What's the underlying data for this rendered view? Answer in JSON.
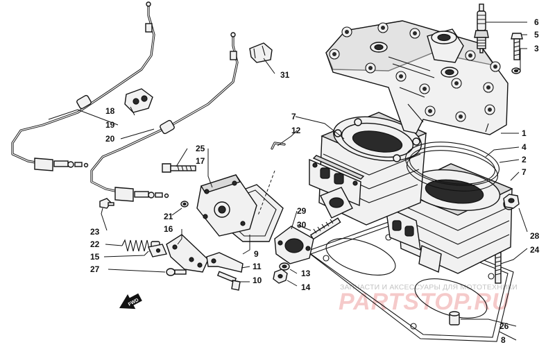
{
  "callouts": {
    "c1": "1",
    "c2": "2",
    "c3": "3",
    "c4": "4",
    "c5": "5",
    "c6": "6",
    "c7a": "7",
    "c7b": "7",
    "c8": "8",
    "c9": "9",
    "c10": "10",
    "c11": "11",
    "c12": "12",
    "c13": "13",
    "c14": "14",
    "c15": "15",
    "c16": "16",
    "c17": "17",
    "c18": "18",
    "c19": "19",
    "c20": "20",
    "c21": "21",
    "c22": "22",
    "c23": "23",
    "c24": "24",
    "c25": "25",
    "c26": "26",
    "c27": "27",
    "c28": "28",
    "c29": "29",
    "c30": "30",
    "c31": "31"
  },
  "fwd_label": "FWD",
  "watermark": {
    "caption": "ЗАПЧАСТИ И АКСЕССУАРЫ ДЛЯ МОТОТЕХНИКИ",
    "logo": "PARTSTOP.RU"
  }
}
